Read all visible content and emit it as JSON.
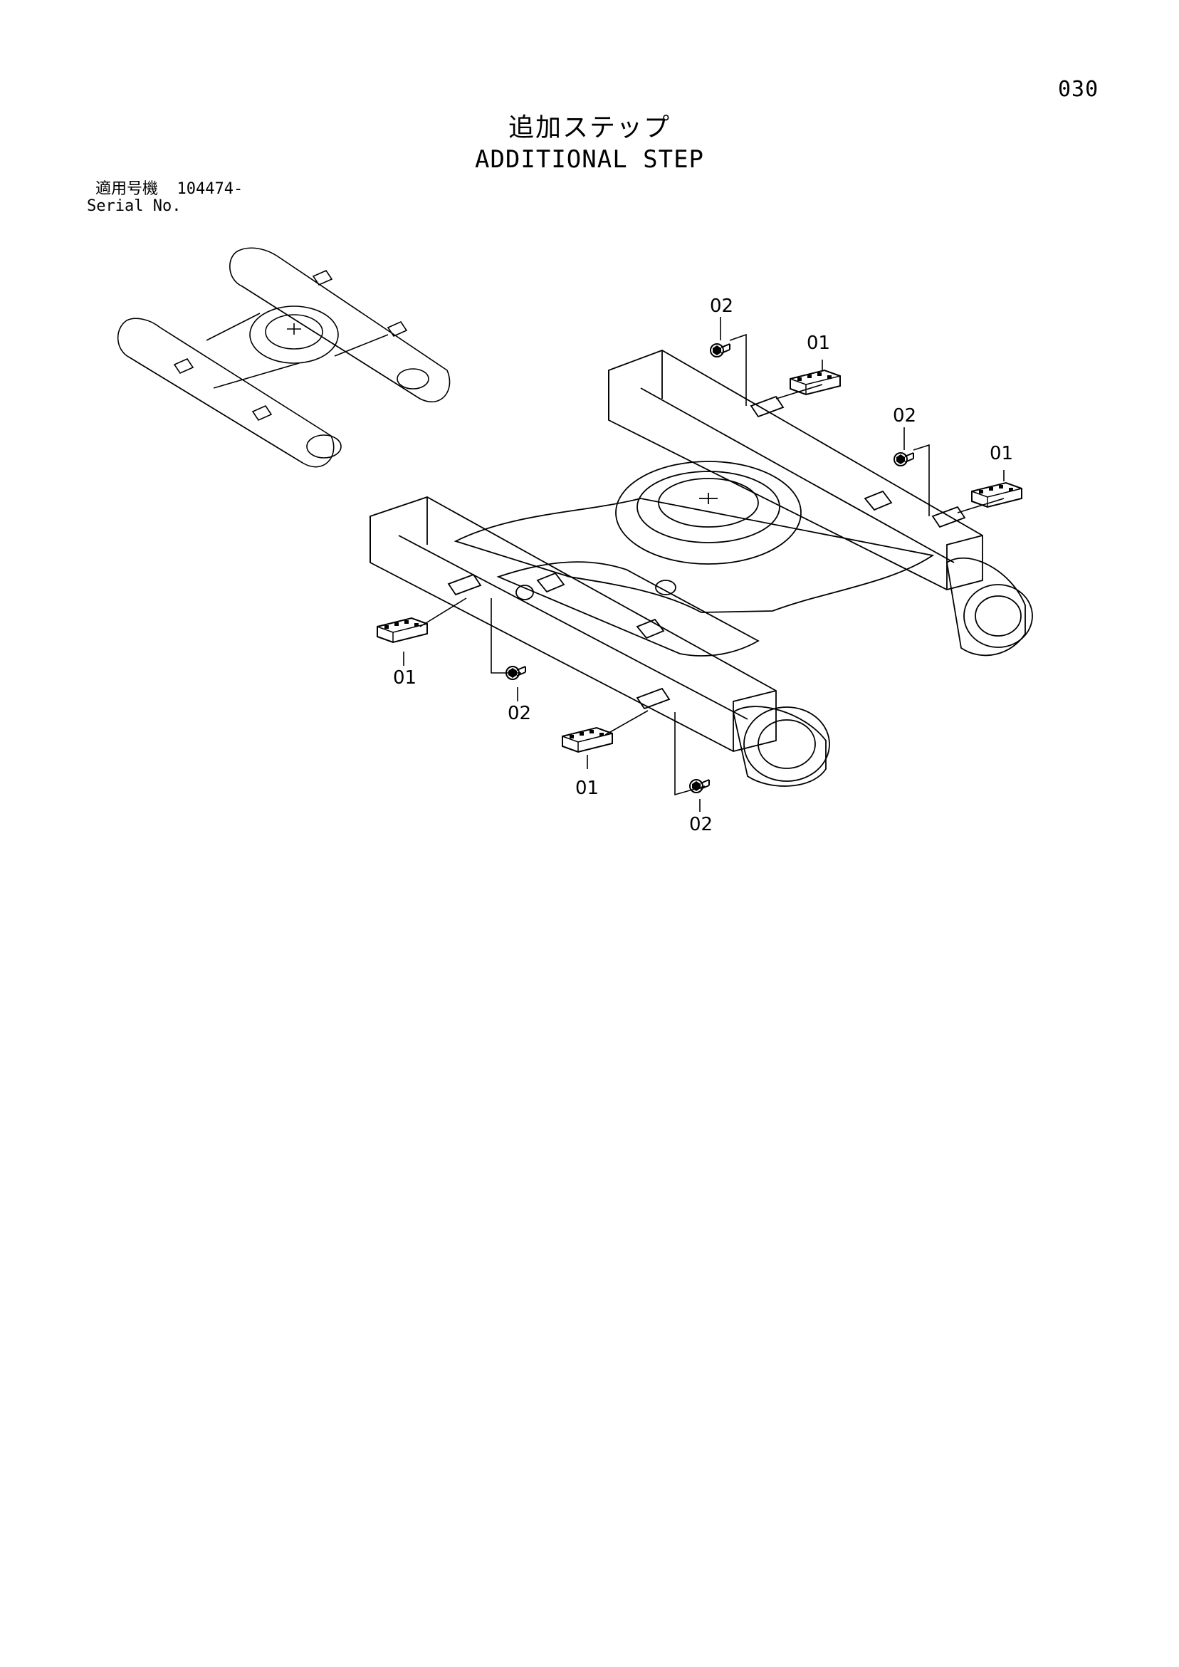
{
  "page": {
    "number": "030",
    "title_jp": "追加ステップ",
    "title_en": "ADDITIONAL STEP"
  },
  "serial": {
    "label_jp": "適用号機",
    "number": "104474-",
    "label_en": "Serial No."
  },
  "callouts": [
    "02",
    "01",
    "02",
    "01",
    "01",
    "02",
    "01",
    "02"
  ]
}
